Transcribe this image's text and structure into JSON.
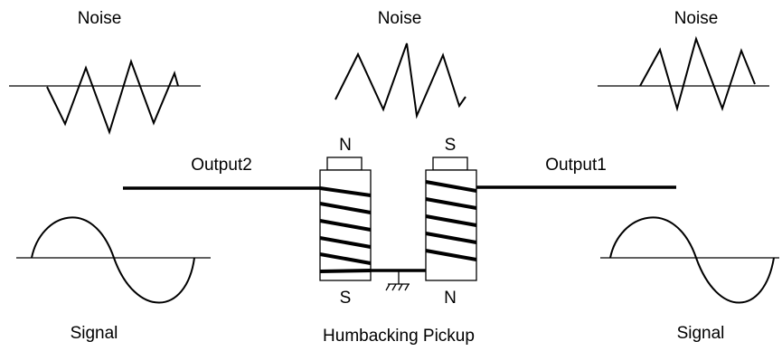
{
  "labels": {
    "noise_left": "Noise",
    "noise_center": "Noise",
    "noise_right": "Noise",
    "output_left": "Output2",
    "output_right": "Output1",
    "signal_left": "Signal",
    "signal_right": "Signal",
    "caption": "Humbacking Pickup",
    "left_coil_top_pole": "N",
    "left_coil_bottom_pole": "S",
    "right_coil_top_pole": "S",
    "right_coil_bottom_pole": "N"
  }
}
